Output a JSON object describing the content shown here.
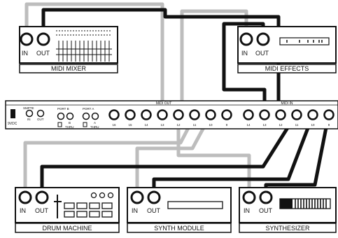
{
  "devices": {
    "midi_mixer": {
      "label": "MIDI MIXER",
      "port_in": "IN",
      "port_out": "OUT"
    },
    "midi_effects": {
      "label": "MIDI EFFECTS",
      "port_in": "IN",
      "port_out": "OUT"
    },
    "drum_machine": {
      "label": "DRUM MACHINE",
      "port_in": "IN",
      "port_out": "OUT"
    },
    "synth_module": {
      "label": "SYNTH MODULE",
      "port_in": "IN",
      "port_out": "OUT"
    },
    "synthesizer": {
      "label": "SYNTHESIZER",
      "port_in": "IN",
      "port_out": "OUT"
    }
  },
  "interface": {
    "power_label": "9VDC",
    "smpte_label": "SMPTE",
    "smpte_in": "IN",
    "smpte_out": "OUT",
    "port_b_label": "PORT B",
    "port_a_label": "PORT A",
    "port_b_sub": "B",
    "port_a_sub": "A",
    "thru_b": "THRU",
    "thru_a": "THRU",
    "midi_out_label": "MIDI OUT",
    "midi_in_label": "MIDI IN",
    "out_numbers": [
      "16",
      "15",
      "14",
      "13",
      "12",
      "11",
      "10",
      "9"
    ],
    "in_numbers": [
      "14",
      "13",
      "12",
      "11",
      "10",
      "9"
    ]
  },
  "cable_colors": {
    "light": "#bdbdbd",
    "dark": "#111111"
  }
}
